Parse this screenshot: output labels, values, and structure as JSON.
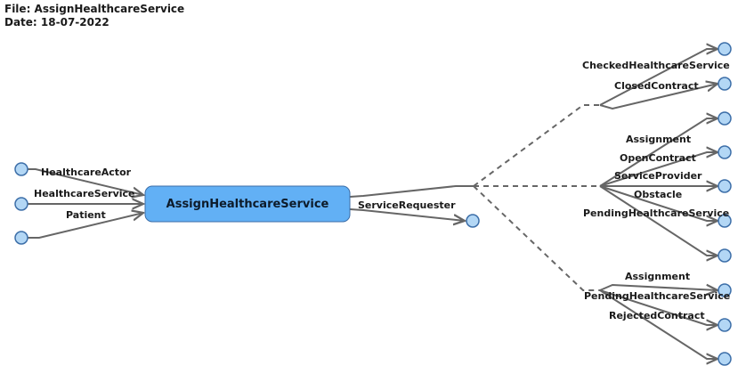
{
  "header": {
    "file_line": "File: AssignHealthcareService",
    "date_line": "Date: 18-07-2022"
  },
  "colors": {
    "node_fill": "#b3d7f5",
    "node_stroke": "#3c6ea8",
    "process_fill": "#62b0f5",
    "edge": "#666666"
  },
  "process": {
    "label": "AssignHealthcareService"
  },
  "inputs": [
    {
      "label": "HealthcareActor"
    },
    {
      "label": "HealthcareService"
    },
    {
      "label": "Patient"
    }
  ],
  "output": {
    "label": "ServiceRequester"
  },
  "branches": [
    {
      "outputs": [
        {
          "label": "CheckedHealthcareService"
        },
        {
          "label": "ClosedContract"
        }
      ]
    },
    {
      "outputs": [
        {
          "label": "Assignment"
        },
        {
          "label": "OpenContract"
        },
        {
          "label": "ServiceProvider"
        },
        {
          "label": "Obstacle"
        },
        {
          "label": "PendingHealthcareService"
        }
      ]
    },
    {
      "outputs": [
        {
          "label": "Assignment"
        },
        {
          "label": "PendingHealthcareService"
        },
        {
          "label": "RejectedContract"
        }
      ]
    }
  ]
}
